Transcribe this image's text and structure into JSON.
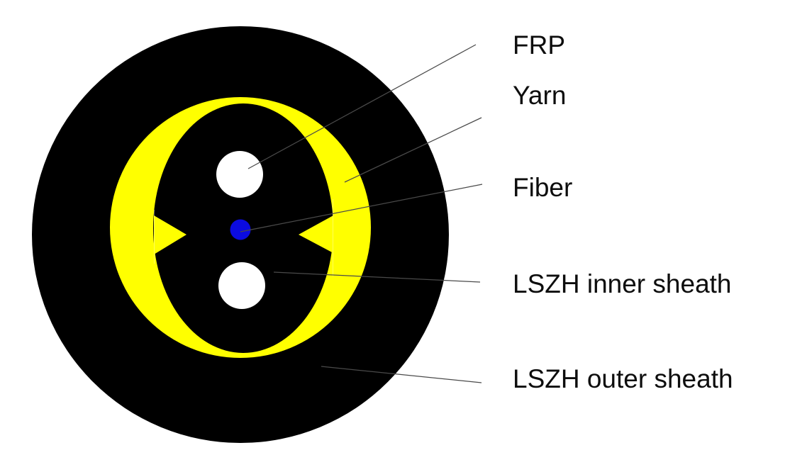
{
  "figure": {
    "labels": {
      "frp": "FRP",
      "yarn": "Yarn",
      "fiber": "Fiber",
      "inner_sheath": "LSZH inner sheath",
      "outer_sheath": "LSZH outer sheath"
    },
    "colors": {
      "background": "#ffffff",
      "outer_sheath": "#000000",
      "yarn": "#ffff00",
      "inner_sheath": "#000000",
      "frp_rod": "#ffffff",
      "fiber": "#0b0be0",
      "leader_line": "#4a4a4a",
      "label_text": "#0d0d0d"
    }
  }
}
